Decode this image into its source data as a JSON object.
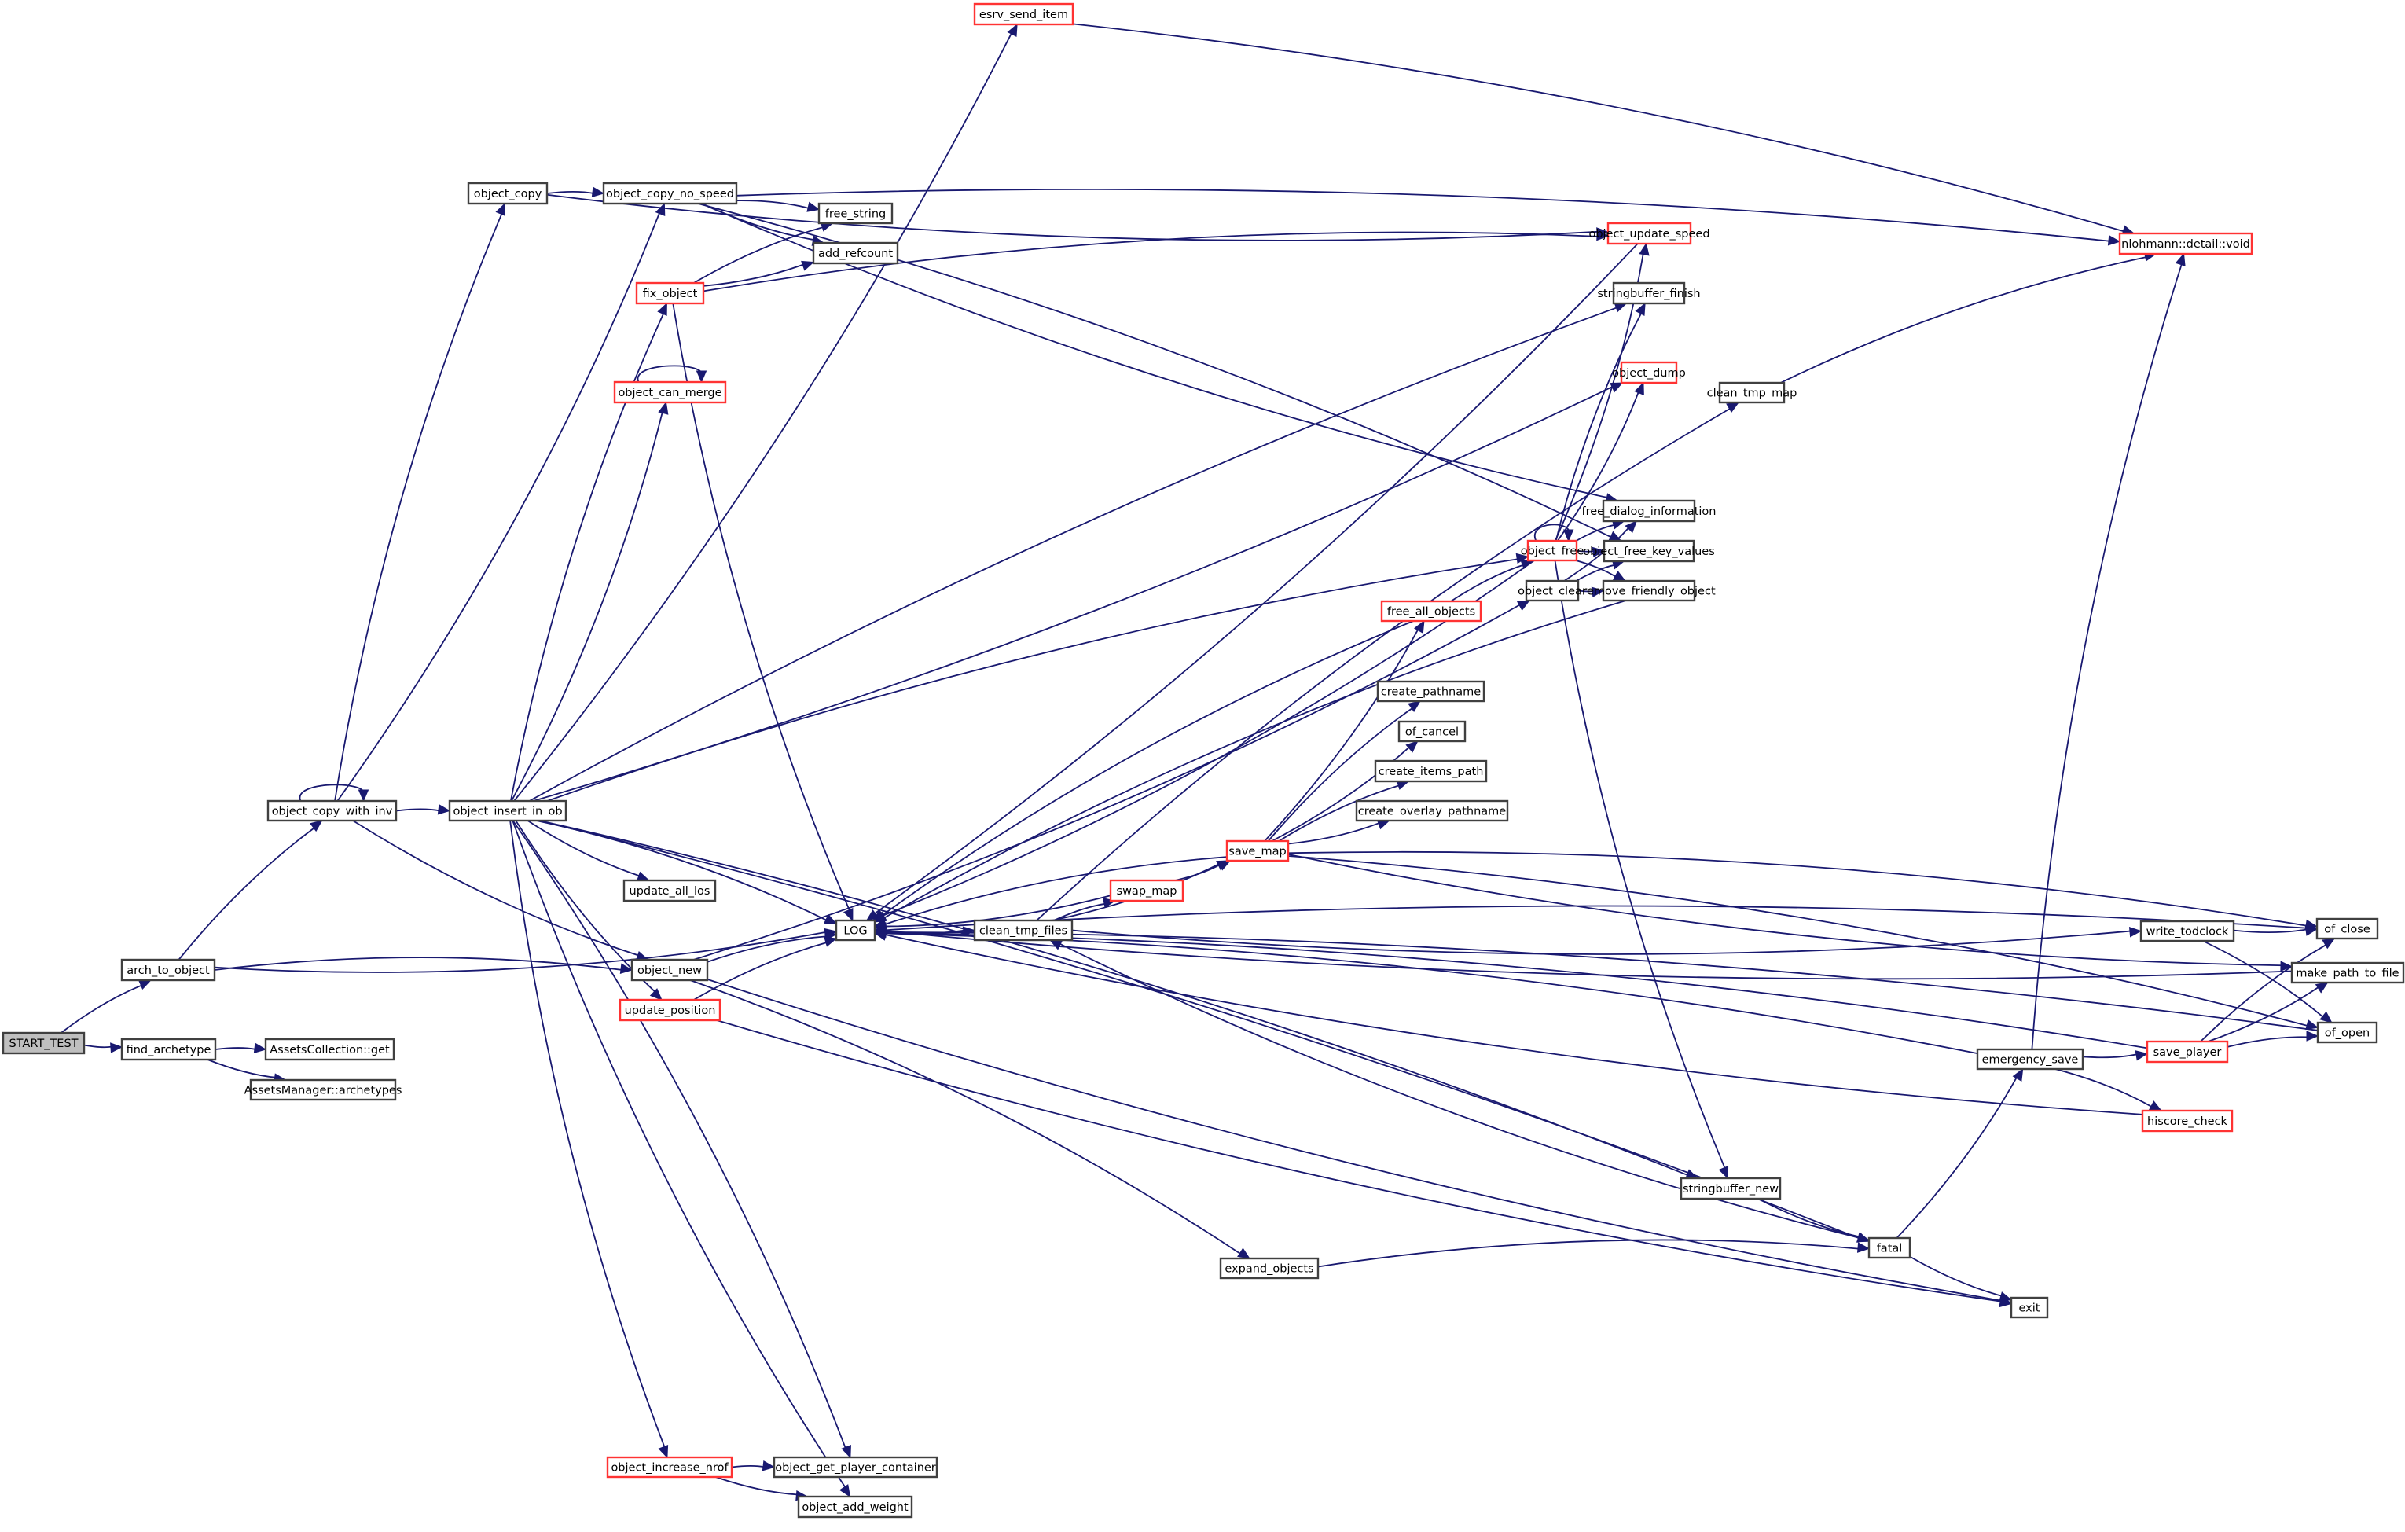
{
  "title": "Call graph of START_TEST",
  "colors": {
    "edge": "#191970",
    "node_border": "#404040",
    "truncated_border": "#ff3333",
    "root_fill": "#bfbfbf",
    "background": "#ffffff"
  },
  "nodes": [
    {
      "id": "START_TEST",
      "label": "START_TEST",
      "kind": "root"
    },
    {
      "id": "arch_to_object",
      "label": "arch_to_object",
      "kind": "normal"
    },
    {
      "id": "find_archetype",
      "label": "find_archetype",
      "kind": "normal"
    },
    {
      "id": "AssetsCollection_get",
      "label": "AssetsCollection::get",
      "kind": "normal"
    },
    {
      "id": "AssetsManager_archetypes",
      "label": "AssetsManager::archetypes",
      "kind": "normal"
    },
    {
      "id": "object_copy_with_inv",
      "label": "object_copy_with_inv",
      "kind": "normal"
    },
    {
      "id": "object_copy",
      "label": "object_copy",
      "kind": "normal"
    },
    {
      "id": "object_copy_no_speed",
      "label": "object_copy_no_speed",
      "kind": "normal"
    },
    {
      "id": "object_insert_in_ob",
      "label": "object_insert_in_ob",
      "kind": "normal"
    },
    {
      "id": "esrv_send_item",
      "label": "esrv_send_item",
      "kind": "truncated"
    },
    {
      "id": "free_string",
      "label": "free_string",
      "kind": "normal"
    },
    {
      "id": "add_refcount",
      "label": "add_refcount",
      "kind": "normal"
    },
    {
      "id": "fix_object",
      "label": "fix_object",
      "kind": "truncated"
    },
    {
      "id": "object_can_merge",
      "label": "object_can_merge",
      "kind": "truncated"
    },
    {
      "id": "update_all_los",
      "label": "update_all_los",
      "kind": "normal"
    },
    {
      "id": "object_new",
      "label": "object_new",
      "kind": "normal"
    },
    {
      "id": "update_position",
      "label": "update_position",
      "kind": "truncated"
    },
    {
      "id": "LOG",
      "label": "LOG",
      "kind": "normal"
    },
    {
      "id": "clean_tmp_files",
      "label": "clean_tmp_files",
      "kind": "normal"
    },
    {
      "id": "swap_map",
      "label": "swap_map",
      "kind": "truncated"
    },
    {
      "id": "save_map",
      "label": "save_map",
      "kind": "truncated"
    },
    {
      "id": "free_all_objects",
      "label": "free_all_objects",
      "kind": "truncated"
    },
    {
      "id": "create_pathname",
      "label": "create_pathname",
      "kind": "normal"
    },
    {
      "id": "of_cancel",
      "label": "of_cancel",
      "kind": "normal"
    },
    {
      "id": "create_items_path",
      "label": "create_items_path",
      "kind": "normal"
    },
    {
      "id": "create_overlay_pathname",
      "label": "create_overlay_pathname",
      "kind": "normal"
    },
    {
      "id": "object_update_speed",
      "label": "object_update_speed",
      "kind": "truncated"
    },
    {
      "id": "stringbuffer_finish",
      "label": "stringbuffer_finish",
      "kind": "normal"
    },
    {
      "id": "object_dump",
      "label": "object_dump",
      "kind": "truncated"
    },
    {
      "id": "clean_tmp_map",
      "label": "clean_tmp_map",
      "kind": "normal"
    },
    {
      "id": "free_dialog_information",
      "label": "free_dialog_information",
      "kind": "normal"
    },
    {
      "id": "object_free",
      "label": "object_free",
      "kind": "truncated"
    },
    {
      "id": "object_free_key_values",
      "label": "object_free_key_values",
      "kind": "normal"
    },
    {
      "id": "object_clear",
      "label": "object_clear",
      "kind": "normal"
    },
    {
      "id": "remove_friendly_object",
      "label": "remove_friendly_object",
      "kind": "normal"
    },
    {
      "id": "nlohmann_void",
      "label": "nlohmann::detail::void",
      "kind": "truncated"
    },
    {
      "id": "write_todclock",
      "label": "write_todclock",
      "kind": "normal"
    },
    {
      "id": "of_close",
      "label": "of_close",
      "kind": "normal"
    },
    {
      "id": "make_path_to_file",
      "label": "make_path_to_file",
      "kind": "normal"
    },
    {
      "id": "of_open",
      "label": "of_open",
      "kind": "normal"
    },
    {
      "id": "emergency_save",
      "label": "emergency_save",
      "kind": "normal"
    },
    {
      "id": "save_player",
      "label": "save_player",
      "kind": "truncated"
    },
    {
      "id": "hiscore_check",
      "label": "hiscore_check",
      "kind": "truncated"
    },
    {
      "id": "stringbuffer_new",
      "label": "stringbuffer_new",
      "kind": "normal"
    },
    {
      "id": "fatal",
      "label": "fatal",
      "kind": "normal"
    },
    {
      "id": "expand_objects",
      "label": "expand_objects",
      "kind": "normal"
    },
    {
      "id": "exit",
      "label": "exit",
      "kind": "normal"
    },
    {
      "id": "object_increase_nrof",
      "label": "object_increase_nrof",
      "kind": "truncated"
    },
    {
      "id": "object_get_player_container",
      "label": "object_get_player_container",
      "kind": "normal"
    },
    {
      "id": "object_add_weight",
      "label": "object_add_weight",
      "kind": "normal"
    }
  ],
  "edges": [
    [
      "START_TEST",
      "arch_to_object"
    ],
    [
      "START_TEST",
      "find_archetype"
    ],
    [
      "find_archetype",
      "AssetsCollection_get"
    ],
    [
      "find_archetype",
      "AssetsManager_archetypes"
    ],
    [
      "arch_to_object",
      "object_copy_with_inv"
    ],
    [
      "arch_to_object",
      "LOG"
    ],
    [
      "arch_to_object",
      "object_new"
    ],
    [
      "object_copy_with_inv",
      "object_copy_with_inv"
    ],
    [
      "object_copy_with_inv",
      "object_copy"
    ],
    [
      "object_copy_with_inv",
      "object_copy_no_speed"
    ],
    [
      "object_copy_with_inv",
      "object_insert_in_ob"
    ],
    [
      "object_copy_with_inv",
      "object_new"
    ],
    [
      "object_copy",
      "object_copy_no_speed"
    ],
    [
      "object_copy",
      "object_update_speed"
    ],
    [
      "object_copy_no_speed",
      "free_string"
    ],
    [
      "object_copy_no_speed",
      "add_refcount"
    ],
    [
      "object_copy_no_speed",
      "nlohmann_void"
    ],
    [
      "object_copy_no_speed",
      "free_dialog_information"
    ],
    [
      "object_copy_no_speed",
      "object_free_key_values"
    ],
    [
      "object_insert_in_ob",
      "esrv_send_item"
    ],
    [
      "object_insert_in_ob",
      "fix_object"
    ],
    [
      "object_insert_in_ob",
      "object_can_merge"
    ],
    [
      "object_insert_in_ob",
      "stringbuffer_finish"
    ],
    [
      "object_insert_in_ob",
      "object_dump"
    ],
    [
      "object_insert_in_ob",
      "object_free"
    ],
    [
      "object_insert_in_ob",
      "update_all_los"
    ],
    [
      "object_insert_in_ob",
      "LOG"
    ],
    [
      "object_insert_in_ob",
      "update_position"
    ],
    [
      "object_insert_in_ob",
      "stringbuffer_new"
    ],
    [
      "object_insert_in_ob",
      "object_increase_nrof"
    ],
    [
      "object_insert_in_ob",
      "object_get_player_container"
    ],
    [
      "object_insert_in_ob",
      "object_add_weight"
    ],
    [
      "object_insert_in_ob",
      "fatal"
    ],
    [
      "object_can_merge",
      "object_can_merge"
    ],
    [
      "fix_object",
      "free_string"
    ],
    [
      "fix_object",
      "add_refcount"
    ],
    [
      "fix_object",
      "object_update_speed"
    ],
    [
      "fix_object",
      "LOG"
    ],
    [
      "object_new",
      "LOG"
    ],
    [
      "object_new",
      "object_clear"
    ],
    [
      "object_new",
      "expand_objects"
    ],
    [
      "object_new",
      "exit"
    ],
    [
      "update_position",
      "LOG"
    ],
    [
      "update_position",
      "exit"
    ],
    [
      "esrv_send_item",
      "nlohmann_void"
    ],
    [
      "LOG",
      "clean_tmp_files"
    ],
    [
      "clean_tmp_files",
      "swap_map"
    ],
    [
      "clean_tmp_files",
      "save_map"
    ],
    [
      "clean_tmp_files",
      "clean_tmp_map"
    ],
    [
      "clean_tmp_files",
      "write_todclock"
    ],
    [
      "clean_tmp_files",
      "LOG"
    ],
    [
      "swap_map",
      "save_map"
    ],
    [
      "swap_map",
      "LOG"
    ],
    [
      "save_map",
      "free_all_objects"
    ],
    [
      "save_map",
      "create_pathname"
    ],
    [
      "save_map",
      "of_cancel"
    ],
    [
      "save_map",
      "create_items_path"
    ],
    [
      "save_map",
      "create_overlay_pathname"
    ],
    [
      "save_map",
      "of_close"
    ],
    [
      "save_map",
      "make_path_to_file"
    ],
    [
      "save_map",
      "of_open"
    ],
    [
      "save_map",
      "LOG"
    ],
    [
      "free_all_objects",
      "object_free"
    ],
    [
      "free_all_objects",
      "LOG"
    ],
    [
      "object_free",
      "object_free"
    ],
    [
      "object_free",
      "object_update_speed"
    ],
    [
      "object_free",
      "stringbuffer_finish"
    ],
    [
      "object_free",
      "object_dump"
    ],
    [
      "object_free",
      "free_dialog_information"
    ],
    [
      "object_free",
      "object_free_key_values"
    ],
    [
      "object_free",
      "remove_friendly_object"
    ],
    [
      "object_free",
      "stringbuffer_new"
    ],
    [
      "object_free",
      "LOG"
    ],
    [
      "object_clear",
      "free_dialog_information"
    ],
    [
      "object_clear",
      "object_free_key_values"
    ],
    [
      "object_clear",
      "remove_friendly_object"
    ],
    [
      "object_update_speed",
      "LOG"
    ],
    [
      "remove_friendly_object",
      "LOG"
    ],
    [
      "clean_tmp_map",
      "nlohmann_void"
    ],
    [
      "write_todclock",
      "of_close"
    ],
    [
      "write_todclock",
      "of_open"
    ],
    [
      "of_close",
      "LOG"
    ],
    [
      "make_path_to_file",
      "LOG"
    ],
    [
      "of_open",
      "LOG"
    ],
    [
      "emergency_save",
      "nlohmann_void"
    ],
    [
      "emergency_save",
      "save_player"
    ],
    [
      "emergency_save",
      "hiscore_check"
    ],
    [
      "emergency_save",
      "LOG"
    ],
    [
      "save_player",
      "of_close"
    ],
    [
      "save_player",
      "make_path_to_file"
    ],
    [
      "save_player",
      "of_open"
    ],
    [
      "save_player",
      "LOG"
    ],
    [
      "hiscore_check",
      "LOG"
    ],
    [
      "stringbuffer_new",
      "fatal"
    ],
    [
      "expand_objects",
      "fatal"
    ],
    [
      "fatal",
      "emergency_save"
    ],
    [
      "fatal",
      "clean_tmp_files"
    ],
    [
      "fatal",
      "exit"
    ],
    [
      "object_increase_nrof",
      "object_get_player_container"
    ],
    [
      "object_increase_nrof",
      "object_add_weight"
    ]
  ]
}
